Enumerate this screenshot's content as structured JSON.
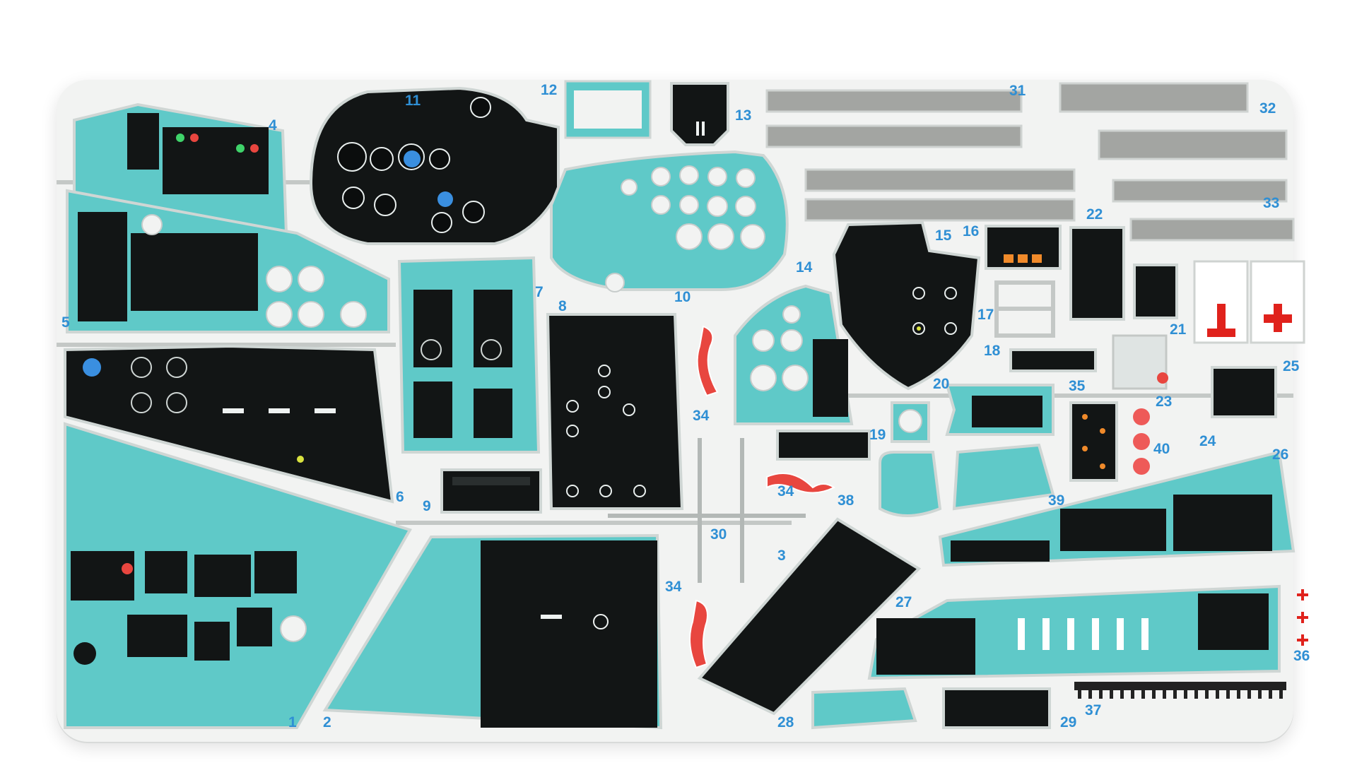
{
  "fret": {
    "part_numbers": [
      "1",
      "2",
      "3",
      "4",
      "5",
      "6",
      "7",
      "8",
      "9",
      "10",
      "11",
      "12",
      "13",
      "14",
      "15",
      "16",
      "17",
      "18",
      "19",
      "20",
      "21",
      "22",
      "23",
      "24",
      "25",
      "26",
      "27",
      "28",
      "29",
      "30",
      "31",
      "32",
      "33",
      "34",
      "34",
      "34",
      "35",
      "36",
      "37",
      "38",
      "39",
      "40"
    ]
  },
  "colors": {
    "panel_cyan": "#5fc9c8",
    "panel_black": "#121515",
    "seatbelt_gray": "#a3a5a2",
    "label_blue": "#2f8fd4",
    "accent_red": "#e8463f"
  }
}
